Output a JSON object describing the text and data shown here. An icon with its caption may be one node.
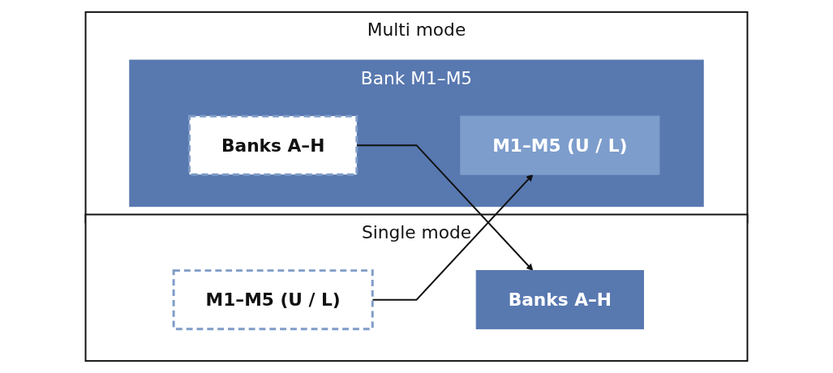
{
  "diagram": {
    "nodes": [
      {
        "text": [
          "Single mode"
        ]
      },
      {
        "text": [
          "Banks A–H"
        ],
        "in": 0
      },
      {
        "text": [
          "M1–M5 (U / L)"
        ],
        "in": 0
      },
      {
        "text": [
          "Multi mode"
        ]
      },
      {
        "text": [
          "Bank M1–M5"
        ],
        "in": 3
      },
      {
        "text": [
          "Banks A–H"
        ],
        "in": 4
      },
      {
        "text": [
          "M1–M5 (U / L)"
        ],
        "in": 4
      }
    ],
    "edges": [
      {
        "from": 5,
        "to": 1,
        "arrow": "to"
      },
      {
        "from": 2,
        "to": 6,
        "arrow": "to"
      }
    ]
  }
}
